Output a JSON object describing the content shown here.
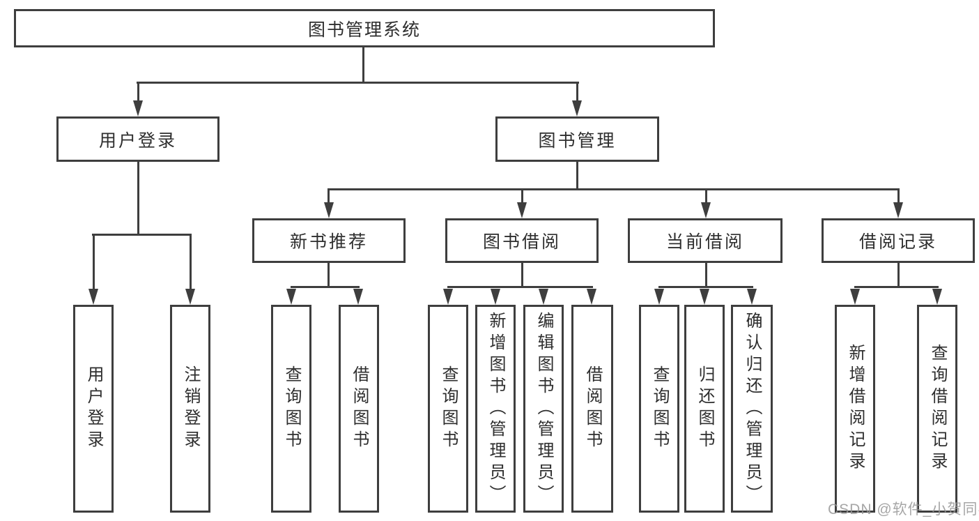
{
  "diagram": {
    "root": {
      "label": "图书管理系统"
    },
    "level2": [
      {
        "label": "用户登录"
      },
      {
        "label": "图书管理"
      }
    ],
    "level3": [
      {
        "label": "新书推荐"
      },
      {
        "label": "图书借阅"
      },
      {
        "label": "当前借阅"
      },
      {
        "label": "借阅记录"
      }
    ],
    "leaves": {
      "user_login": [
        "用户登录",
        "注销登录"
      ],
      "new_book_recommend": [
        "查询图书",
        "借阅图书"
      ],
      "book_borrowing": [
        "查询图书",
        "新增图书（管理员）",
        "编辑图书（管理员）",
        "借阅图书"
      ],
      "current_borrowing": [
        "查询图书",
        "归还图书",
        "确认归还（管理员）"
      ],
      "borrow_records": [
        "新增借阅记录",
        "查询借阅记录"
      ]
    },
    "colors": {
      "line": "#3e3e3e",
      "text": "#2e2e2e",
      "box_background": "#ffffff",
      "canvas_background": "#ffffff",
      "watermark": "#969696"
    }
  },
  "watermark": {
    "text": "CSDN @软件_小贺同学"
  }
}
